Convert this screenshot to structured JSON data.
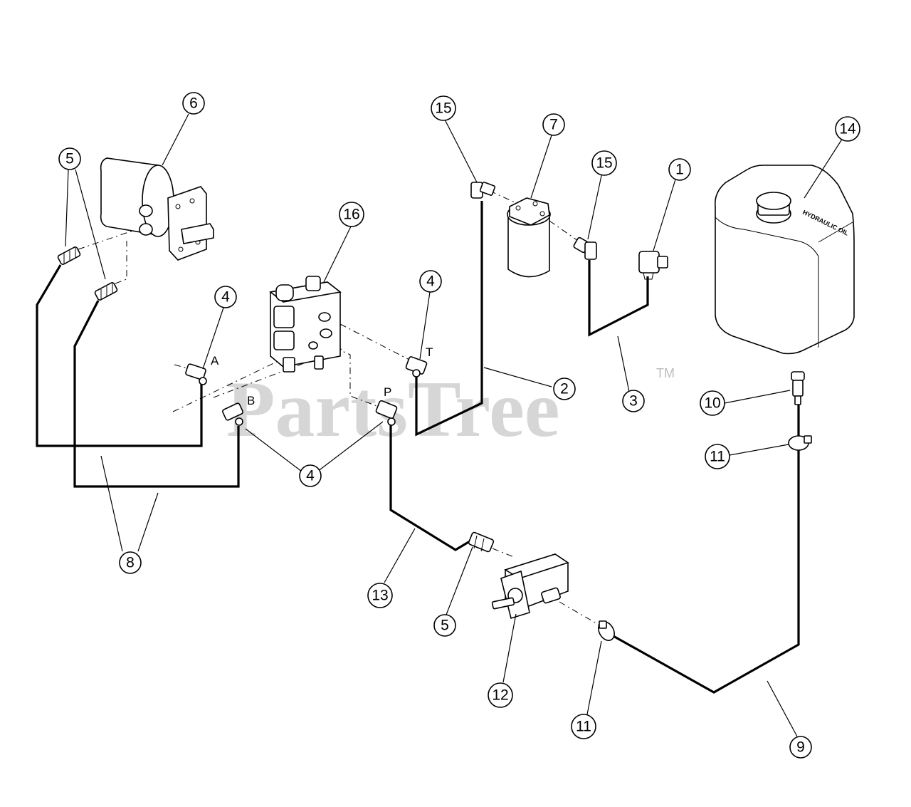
{
  "watermark": {
    "brand": "PartsTree",
    "trademark": "TM"
  },
  "tank_label": "HYDRAULIC OIL",
  "ports": {
    "A": "A",
    "B": "B",
    "P": "P",
    "T": "T"
  },
  "callouts": {
    "c1": "1",
    "c2": "2",
    "c3": "3",
    "c4a": "4",
    "c4b": "4",
    "c4c": "4",
    "c5a": "5",
    "c5b": "5",
    "c6": "6",
    "c7": "7",
    "c8": "8",
    "c9": "9",
    "c10": "10",
    "c11a": "11",
    "c11b": "11",
    "c12": "12",
    "c13": "13",
    "c14": "14",
    "c15a": "15",
    "c15b": "15",
    "c16": "16"
  }
}
